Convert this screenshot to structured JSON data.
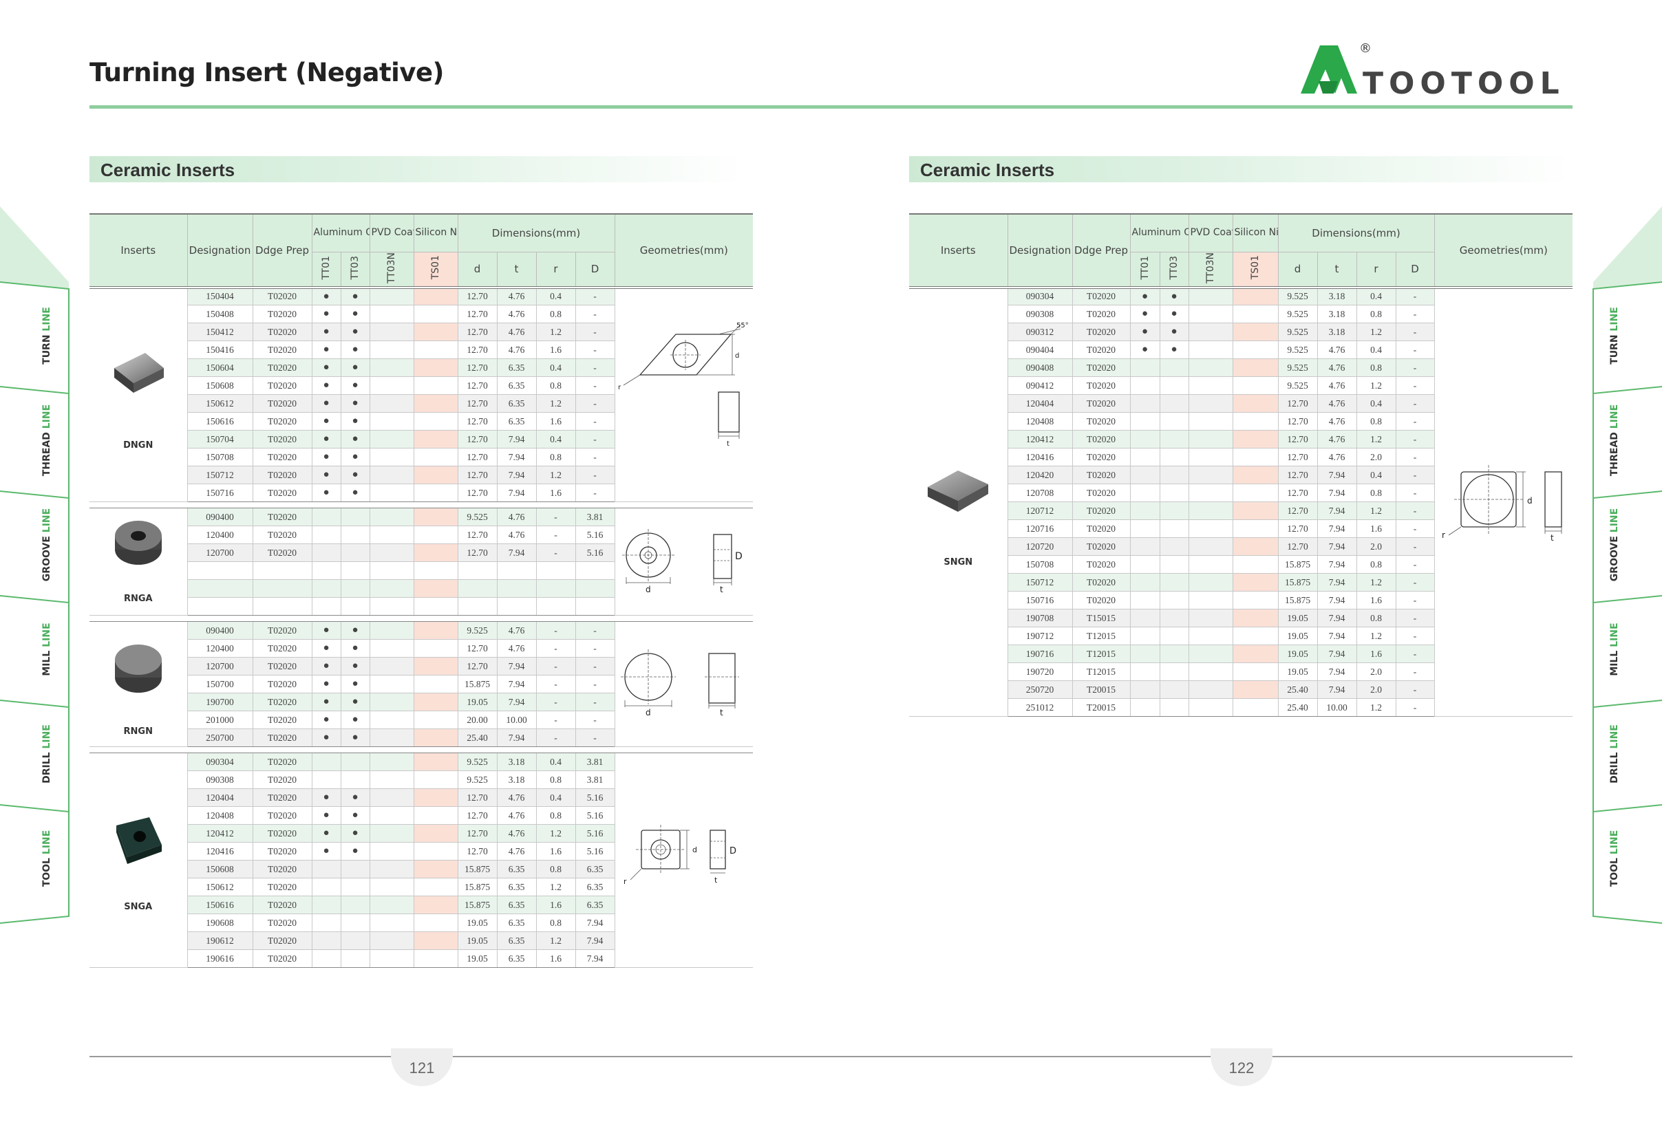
{
  "page_title": "Turning Insert (Negative)",
  "logo": {
    "registered": "®",
    "brand": "TOOTOOL"
  },
  "colors": {
    "accent_green": "#8fce9e",
    "header_green": "#d9efdd",
    "row_green": "#e9f5ec",
    "pink": "#fbe0d6",
    "logo_green": "#2aa84a"
  },
  "side_tabs": [
    {
      "main": "TURN",
      "sub": "LINE"
    },
    {
      "main": "THREAD",
      "sub": "LINE"
    },
    {
      "main": "GROOVE",
      "sub": "LINE"
    },
    {
      "main": "MILL",
      "sub": "LINE"
    },
    {
      "main": "DRILL",
      "sub": "LINE"
    },
    {
      "main": "TOOL",
      "sub": "LINE"
    }
  ],
  "left": {
    "section_title": "Ceramic Inserts",
    "page_number": "121",
    "headers": {
      "inserts": "Inserts",
      "designation": "Designation",
      "edge_prep": "Ddge Prep",
      "aluminum": "Aluminum Oxide",
      "pvd": "PVD Coated Ceramic",
      "silicon": "Silicon Nitride Ceramic",
      "dimensions": "Dimensions(mm)",
      "geometries": "Geometries(mm)",
      "grades": [
        "TT01",
        "TT03",
        "TT03N",
        "TS01"
      ],
      "dims": [
        "d",
        "t",
        "r",
        "D"
      ]
    },
    "groups": [
      {
        "name": "DNGN",
        "rows": [
          [
            "150404",
            "T02020",
            "●",
            "●",
            "",
            "",
            "12.70",
            "4.76",
            "0.4",
            "-"
          ],
          [
            "150408",
            "T02020",
            "●",
            "●",
            "",
            "",
            "12.70",
            "4.76",
            "0.8",
            "-"
          ],
          [
            "150412",
            "T02020",
            "●",
            "●",
            "",
            "",
            "12.70",
            "4.76",
            "1.2",
            "-"
          ],
          [
            "150416",
            "T02020",
            "●",
            "●",
            "",
            "",
            "12.70",
            "4.76",
            "1.6",
            "-"
          ],
          [
            "150604",
            "T02020",
            "●",
            "●",
            "",
            "",
            "12.70",
            "6.35",
            "0.4",
            "-"
          ],
          [
            "150608",
            "T02020",
            "●",
            "●",
            "",
            "",
            "12.70",
            "6.35",
            "0.8",
            "-"
          ],
          [
            "150612",
            "T02020",
            "●",
            "●",
            "",
            "",
            "12.70",
            "6.35",
            "1.2",
            "-"
          ],
          [
            "150616",
            "T02020",
            "●",
            "●",
            "",
            "",
            "12.70",
            "6.35",
            "1.6",
            "-"
          ],
          [
            "150704",
            "T02020",
            "●",
            "●",
            "",
            "",
            "12.70",
            "7.94",
            "0.4",
            "-"
          ],
          [
            "150708",
            "T02020",
            "●",
            "●",
            "",
            "",
            "12.70",
            "7.94",
            "0.8",
            "-"
          ],
          [
            "150712",
            "T02020",
            "●",
            "●",
            "",
            "",
            "12.70",
            "7.94",
            "1.2",
            "-"
          ],
          [
            "150716",
            "T02020",
            "●",
            "●",
            "",
            "",
            "12.70",
            "7.94",
            "1.6",
            "-"
          ]
        ]
      },
      {
        "name": "RNGA",
        "rows": [
          [
            "090400",
            "T02020",
            "",
            "",
            "",
            "",
            "9.525",
            "4.76",
            "-",
            "3.81"
          ],
          [
            "120400",
            "T02020",
            "",
            "",
            "",
            "",
            "12.70",
            "4.76",
            "-",
            "5.16"
          ],
          [
            "120700",
            "T02020",
            "",
            "",
            "",
            "",
            "12.70",
            "7.94",
            "-",
            "5.16"
          ],
          [
            "",
            "",
            "",
            "",
            "",
            "",
            "",
            "",
            "",
            ""
          ],
          [
            "",
            "",
            "",
            "",
            "",
            "",
            "",
            "",
            "",
            ""
          ],
          [
            "",
            "",
            "",
            "",
            "",
            "",
            "",
            "",
            "",
            ""
          ]
        ]
      },
      {
        "name": "RNGN",
        "rows": [
          [
            "090400",
            "T02020",
            "●",
            "●",
            "",
            "",
            "9.525",
            "4.76",
            "-",
            "-"
          ],
          [
            "120400",
            "T02020",
            "●",
            "●",
            "",
            "",
            "12.70",
            "4.76",
            "-",
            "-"
          ],
          [
            "120700",
            "T02020",
            "●",
            "●",
            "",
            "",
            "12.70",
            "7.94",
            "-",
            "-"
          ],
          [
            "150700",
            "T02020",
            "●",
            "●",
            "",
            "",
            "15.875",
            "7.94",
            "-",
            "-"
          ],
          [
            "190700",
            "T02020",
            "●",
            "●",
            "",
            "",
            "19.05",
            "7.94",
            "-",
            "-"
          ],
          [
            "201000",
            "T02020",
            "●",
            "●",
            "",
            "",
            "20.00",
            "10.00",
            "-",
            "-"
          ],
          [
            "250700",
            "T02020",
            "●",
            "●",
            "",
            "",
            "25.40",
            "7.94",
            "-",
            "-"
          ]
        ]
      },
      {
        "name": "SNGA",
        "rows": [
          [
            "090304",
            "T02020",
            "",
            "",
            "",
            "",
            "9.525",
            "3.18",
            "0.4",
            "3.81"
          ],
          [
            "090308",
            "T02020",
            "",
            "",
            "",
            "",
            "9.525",
            "3.18",
            "0.8",
            "3.81"
          ],
          [
            "120404",
            "T02020",
            "●",
            "●",
            "",
            "",
            "12.70",
            "4.76",
            "0.4",
            "5.16"
          ],
          [
            "120408",
            "T02020",
            "●",
            "●",
            "",
            "",
            "12.70",
            "4.76",
            "0.8",
            "5.16"
          ],
          [
            "120412",
            "T02020",
            "●",
            "●",
            "",
            "",
            "12.70",
            "4.76",
            "1.2",
            "5.16"
          ],
          [
            "120416",
            "T02020",
            "●",
            "●",
            "",
            "",
            "12.70",
            "4.76",
            "1.6",
            "5.16"
          ],
          [
            "150608",
            "T02020",
            "",
            "",
            "",
            "",
            "15.875",
            "6.35",
            "0.8",
            "6.35"
          ],
          [
            "150612",
            "T02020",
            "",
            "",
            "",
            "",
            "15.875",
            "6.35",
            "1.2",
            "6.35"
          ],
          [
            "150616",
            "T02020",
            "",
            "",
            "",
            "",
            "15.875",
            "6.35",
            "1.6",
            "6.35"
          ],
          [
            "190608",
            "T02020",
            "",
            "",
            "",
            "",
            "19.05",
            "6.35",
            "0.8",
            "7.94"
          ],
          [
            "190612",
            "T02020",
            "",
            "",
            "",
            "",
            "19.05",
            "6.35",
            "1.2",
            "7.94"
          ],
          [
            "190616",
            "T02020",
            "",
            "",
            "",
            "",
            "19.05",
            "6.35",
            "1.6",
            "7.94"
          ]
        ]
      }
    ]
  },
  "right": {
    "section_title": "Ceramic Inserts",
    "page_number": "122",
    "groups": [
      {
        "name": "SNGN",
        "rows": [
          [
            "090304",
            "T02020",
            "●",
            "●",
            "",
            "",
            "9.525",
            "3.18",
            "0.4",
            "-"
          ],
          [
            "090308",
            "T02020",
            "●",
            "●",
            "",
            "",
            "9.525",
            "3.18",
            "0.8",
            "-"
          ],
          [
            "090312",
            "T02020",
            "●",
            "●",
            "",
            "",
            "9.525",
            "3.18",
            "1.2",
            "-"
          ],
          [
            "090404",
            "T02020",
            "●",
            "●",
            "",
            "",
            "9.525",
            "4.76",
            "0.4",
            "-"
          ],
          [
            "090408",
            "T02020",
            "",
            "",
            "",
            "",
            "9.525",
            "4.76",
            "0.8",
            "-"
          ],
          [
            "090412",
            "T02020",
            "",
            "",
            "",
            "",
            "9.525",
            "4.76",
            "1.2",
            "-"
          ],
          [
            "120404",
            "T02020",
            "",
            "",
            "",
            "",
            "12.70",
            "4.76",
            "0.4",
            "-"
          ],
          [
            "120408",
            "T02020",
            "",
            "",
            "",
            "",
            "12.70",
            "4.76",
            "0.8",
            "-"
          ],
          [
            "120412",
            "T02020",
            "",
            "",
            "",
            "",
            "12.70",
            "4.76",
            "1.2",
            "-"
          ],
          [
            "120416",
            "T02020",
            "",
            "",
            "",
            "",
            "12.70",
            "4.76",
            "2.0",
            "-"
          ],
          [
            "120420",
            "T02020",
            "",
            "",
            "",
            "",
            "12.70",
            "7.94",
            "0.4",
            "-"
          ],
          [
            "120708",
            "T02020",
            "",
            "",
            "",
            "",
            "12.70",
            "7.94",
            "0.8",
            "-"
          ],
          [
            "120712",
            "T02020",
            "",
            "",
            "",
            "",
            "12.70",
            "7.94",
            "1.2",
            "-"
          ],
          [
            "120716",
            "T02020",
            "",
            "",
            "",
            "",
            "12.70",
            "7.94",
            "1.6",
            "-"
          ],
          [
            "120720",
            "T02020",
            "",
            "",
            "",
            "",
            "12.70",
            "7.94",
            "2.0",
            "-"
          ],
          [
            "150708",
            "T02020",
            "",
            "",
            "",
            "",
            "15.875",
            "7.94",
            "0.8",
            "-"
          ],
          [
            "150712",
            "T02020",
            "",
            "",
            "",
            "",
            "15.875",
            "7.94",
            "1.2",
            "-"
          ],
          [
            "150716",
            "T02020",
            "",
            "",
            "",
            "",
            "15.875",
            "7.94",
            "1.6",
            "-"
          ],
          [
            "190708",
            "T15015",
            "",
            "",
            "",
            "",
            "19.05",
            "7.94",
            "0.8",
            "-"
          ],
          [
            "190712",
            "T12015",
            "",
            "",
            "",
            "",
            "19.05",
            "7.94",
            "1.2",
            "-"
          ],
          [
            "190716",
            "T12015",
            "",
            "",
            "",
            "",
            "19.05",
            "7.94",
            "1.6",
            "-"
          ],
          [
            "190720",
            "T12015",
            "",
            "",
            "",
            "",
            "19.05",
            "7.94",
            "2.0",
            "-"
          ],
          [
            "250720",
            "T20015",
            "",
            "",
            "",
            "",
            "25.40",
            "7.94",
            "2.0",
            "-"
          ],
          [
            "251012",
            "T20015",
            "",
            "",
            "",
            "",
            "25.40",
            "10.00",
            "1.2",
            "-"
          ]
        ]
      }
    ]
  },
  "geometry_labels": {
    "dngn_angle": "55°",
    "d": "d",
    "t": "t",
    "r": "r",
    "D": "D"
  }
}
